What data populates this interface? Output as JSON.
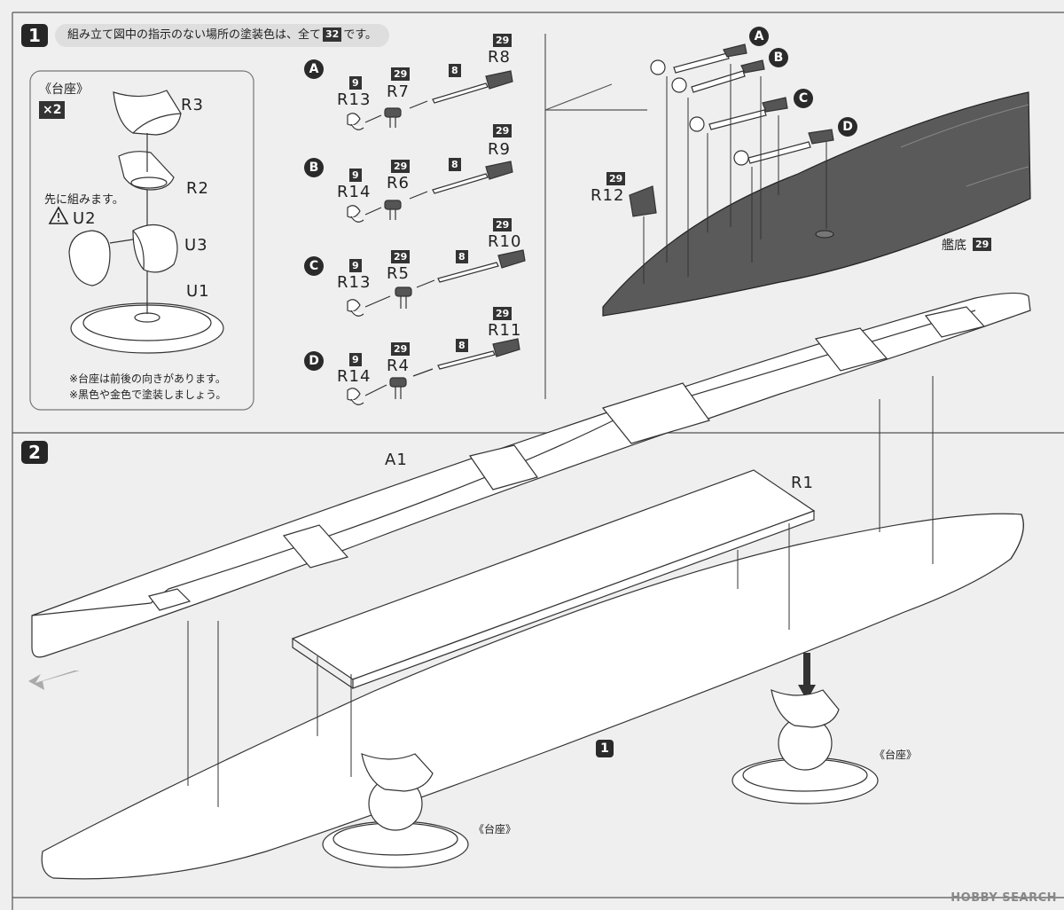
{
  "step1": {
    "number": "1",
    "note_before": "組み立て図中の指示のない場所の塗装色は、全て",
    "note_code": "32",
    "note_after": "です。",
    "stand": {
      "title": "《台座》",
      "multiplier": "×2",
      "parts": [
        "R3",
        "R2",
        "U2",
        "U3",
        "U1"
      ],
      "pre_assemble": "先に組みます。",
      "notes": [
        "※台座は前後の向きがあります。",
        "※黒色や金色で塗装しましょう。"
      ]
    },
    "propellers": [
      {
        "letter": "A",
        "blade": "R13",
        "blade_color": "9",
        "hub": "R7",
        "hub_color": "29",
        "shaft_color": "8",
        "rudder": "R8",
        "rudder_color": "29"
      },
      {
        "letter": "B",
        "blade": "R14",
        "blade_color": "9",
        "hub": "R6",
        "hub_color": "29",
        "shaft_color": "8",
        "rudder": "R9",
        "rudder_color": "29"
      },
      {
        "letter": "C",
        "blade": "R13",
        "blade_color": "9",
        "hub": "R5",
        "hub_color": "29",
        "shaft_color": "8",
        "rudder": "R10",
        "rudder_color": "29"
      },
      {
        "letter": "D",
        "blade": "R14",
        "blade_color": "9",
        "hub": "R4",
        "hub_color": "29",
        "shaft_color": "8",
        "rudder": "R11",
        "rudder_color": "29"
      }
    ],
    "hull_bottom": {
      "part": "R12",
      "part_color": "29",
      "label": "艦底",
      "label_color": "29",
      "letters": [
        "A",
        "B",
        "C",
        "D"
      ]
    }
  },
  "step2": {
    "number": "2",
    "parts": [
      "A1",
      "R1"
    ],
    "ref_step": "1",
    "stand_label": "《台座》"
  },
  "watermark": "HOBBY SEARCH",
  "colors": {
    "hull_dark": "#5a5a5a",
    "badge": "#262626",
    "page": "#efefef"
  }
}
